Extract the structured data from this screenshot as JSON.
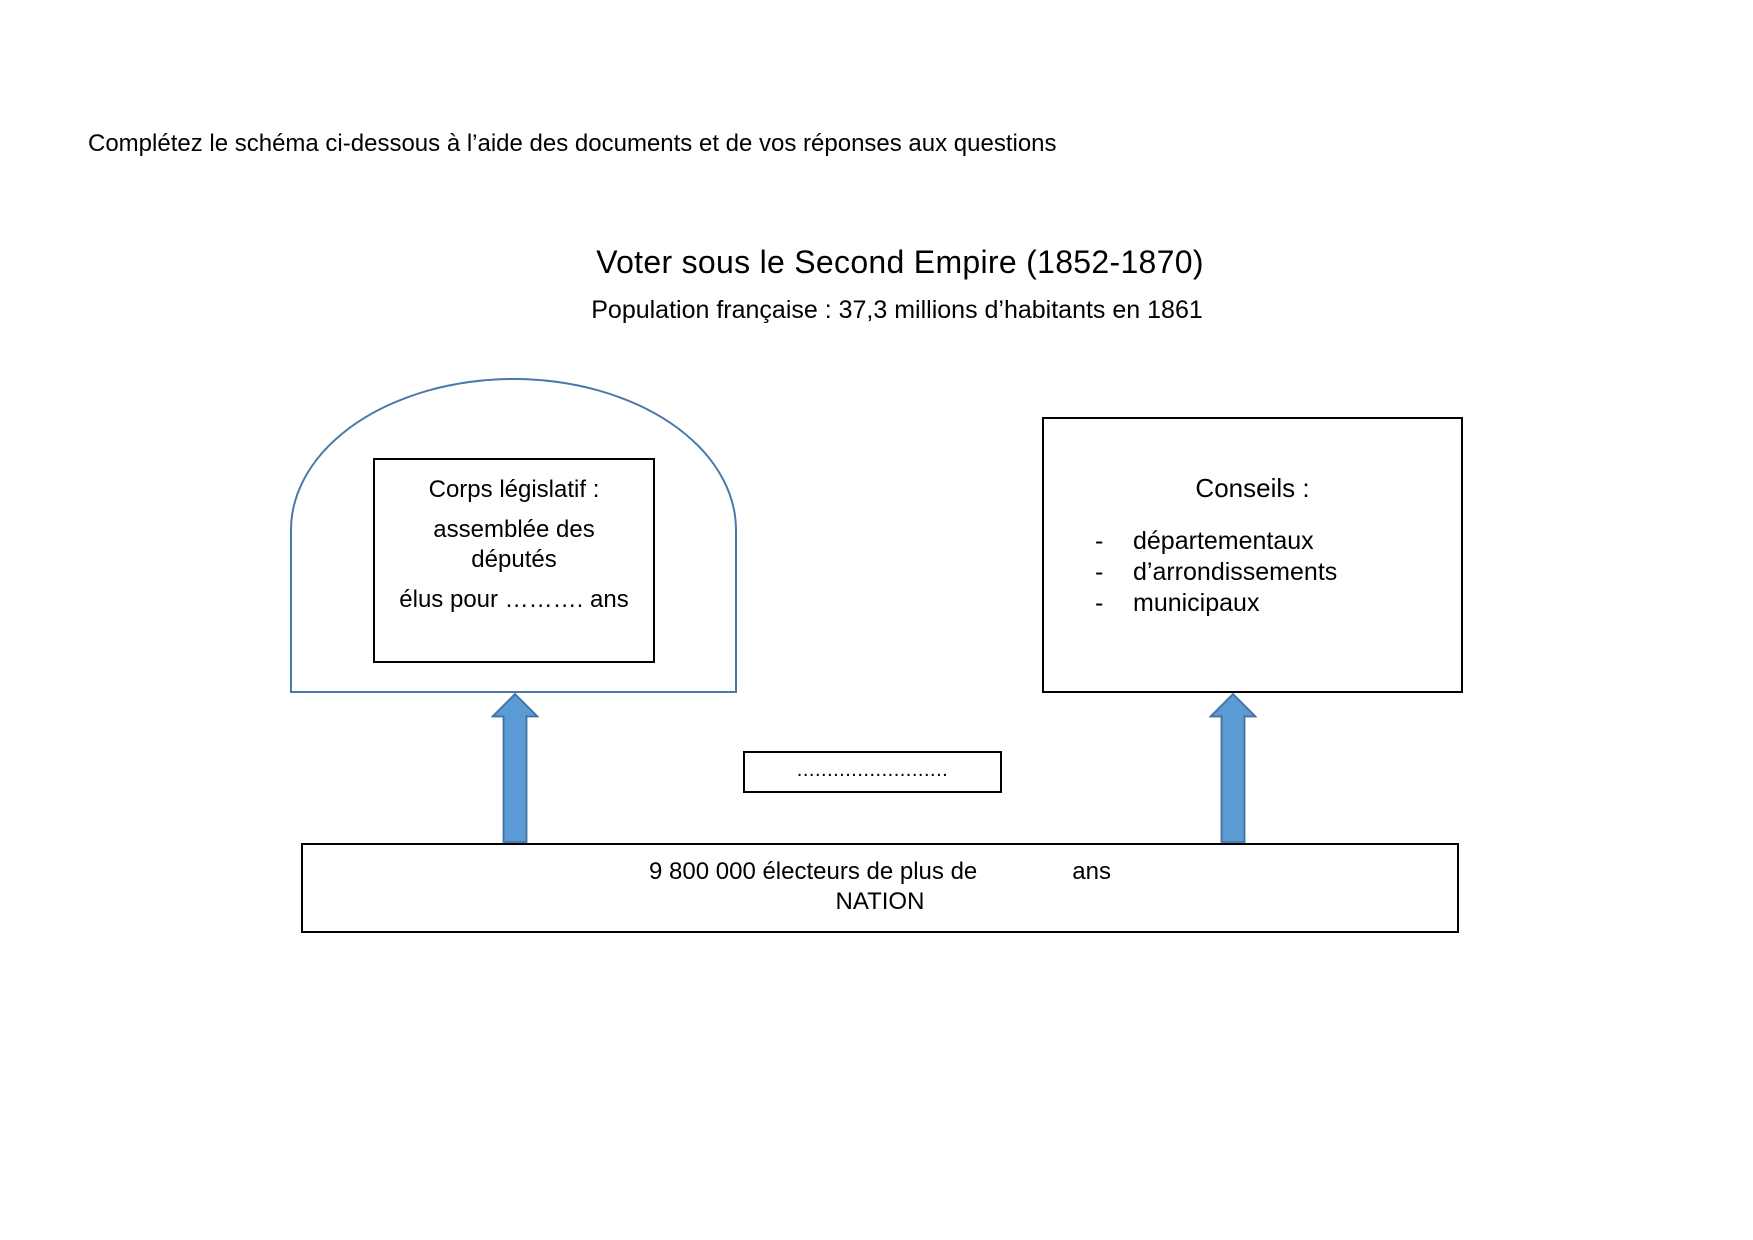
{
  "page": {
    "instruction": "Complétez le schéma ci-dessous à l’aide des documents et de vos réponses aux questions",
    "title": "Voter sous le Second Empire (1852-1870)",
    "subtitle": "Population française : 37,3 millions d’habitants en 1861"
  },
  "colors": {
    "arch_stroke": "#4a78a8",
    "arrow_fill": "#5b9bd5",
    "arrow_stroke": "#41719c",
    "box_border": "#000000"
  },
  "legislature": {
    "heading": "Corps législatif :",
    "body_line1": "assemblée des",
    "body_line2": "députés",
    "term_line": "élus pour ………. ans"
  },
  "councils": {
    "heading": "Conseils :",
    "bullet": "-",
    "items": [
      "départementaux",
      "d’arrondissements",
      "municipaux"
    ]
  },
  "link_box": {
    "dots": "........................."
  },
  "electorate": {
    "line1_left": "9 800 000 électeurs de plus de",
    "line1_right": "ans",
    "line2": "NATION"
  }
}
